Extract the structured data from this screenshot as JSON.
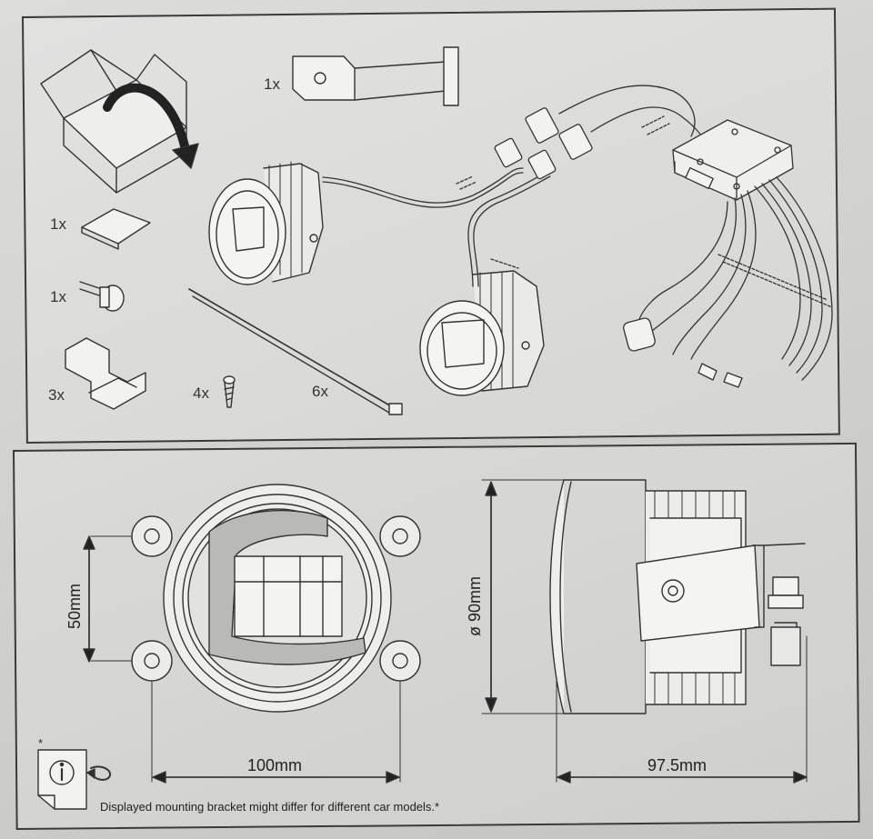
{
  "parts": {
    "bracket_qty": "1x",
    "pad_qty": "1x",
    "bolt_qty": "1x",
    "clip_qty": "3x",
    "screw_qty": "4x",
    "tie_qty": "6x"
  },
  "dimensions": {
    "height": "50mm",
    "width": "100mm",
    "diameter": "ø 90mm",
    "depth": "97.5mm"
  },
  "footnote": {
    "asterisk": "*",
    "text": "Displayed mounting bracket might differ for different car models.*"
  }
}
